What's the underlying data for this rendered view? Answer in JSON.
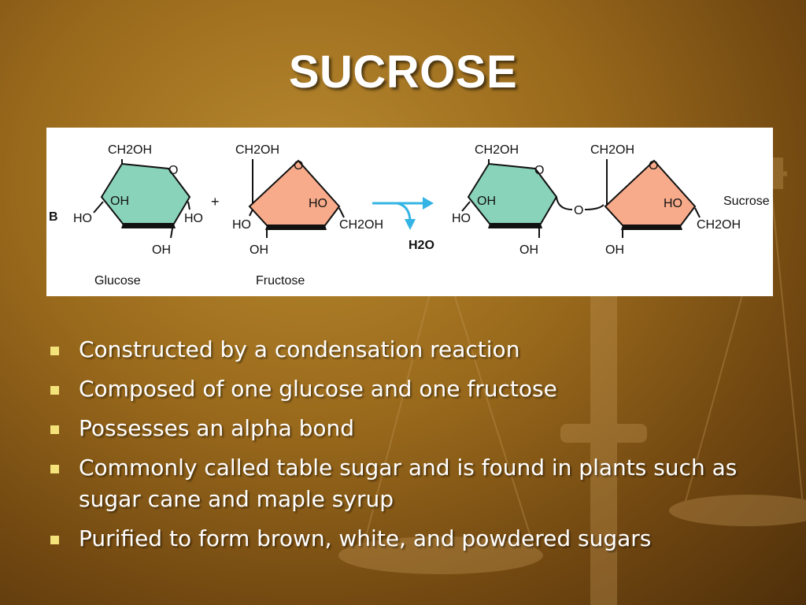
{
  "slide": {
    "title": "SUCROSE"
  },
  "figure": {
    "panel_label": "B",
    "glucose": {
      "name": "Glucose",
      "ch2oh": "CH2OH",
      "ring_o": "O",
      "oh_inner": "OH",
      "ho_left": "HO",
      "ho_right": "HO",
      "oh_bottom": "OH"
    },
    "plus": "+",
    "fructose": {
      "name": "Fructose",
      "ch2oh_top": "CH2OH",
      "ring_o": "O",
      "ho_inner": "HO",
      "ho_left": "HO",
      "ch2oh_right": "CH2OH",
      "oh_bottom": "OH"
    },
    "water": "H2O",
    "sucrose": {
      "name": "Sucrose",
      "g_ch2oh": "CH2OH",
      "g_ring_o": "O",
      "g_oh_inner": "OH",
      "g_ho_left": "HO",
      "g_oh_bottom": "OH",
      "bridge_o": "O",
      "f_ch2oh_top": "CH2OH",
      "f_ring_o": "O",
      "f_ho_inner": "HO",
      "f_ch2oh_right": "CH2OH",
      "f_oh_bottom": "OH"
    },
    "colors": {
      "glucose_fill": "#8ad3bb",
      "fructose_fill": "#f8ab8a",
      "arrow": "#34b4e4"
    }
  },
  "bullets": [
    {
      "text": "Constructed by a condensation reaction"
    },
    {
      "text": "Composed of one glucose and one fructose"
    },
    {
      "text": "Possesses an alpha bond"
    },
    {
      "text": "Commonly called table sugar and is found in plants such as sugar cane and maple syrup"
    },
    {
      "text": "Purified to form brown, white, and powdered sugars"
    }
  ]
}
